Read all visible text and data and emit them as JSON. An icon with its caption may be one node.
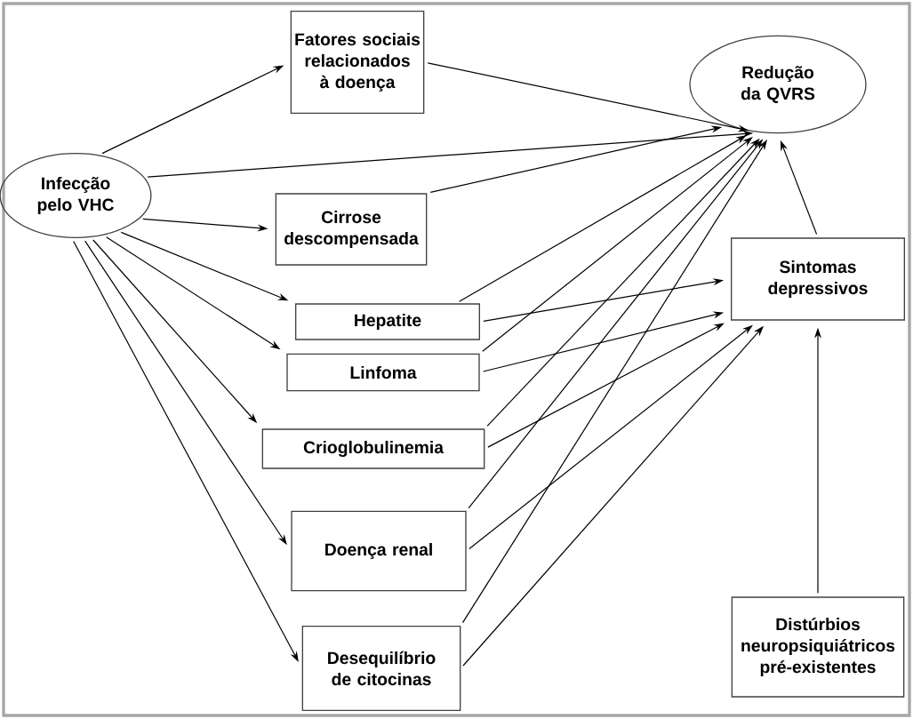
{
  "diagram": {
    "nodes": [
      {
        "text": [
          "Infecção pelo VHC"
        ]
      },
      {
        "text": [
          "Fatores sociais relacionados à doença"
        ]
      },
      {
        "text": [
          "Redução da QVRS"
        ]
      },
      {
        "text": [
          "Cirrose descompensada"
        ]
      },
      {
        "text": [
          "Hepatite"
        ]
      },
      {
        "text": [
          "Linfoma"
        ]
      },
      {
        "text": [
          "Crioglobulinemia"
        ]
      },
      {
        "text": [
          "Sintomas depressivos"
        ]
      },
      {
        "text": [
          "Doença renal"
        ]
      },
      {
        "text": [
          "Desequilíbrio de citocinas"
        ]
      },
      {
        "text": [
          "Distúrbios neuropsiquiátricos pré-existentes"
        ]
      }
    ],
    "edges": [
      {
        "from": 0,
        "to": 1,
        "arrow": "to"
      },
      {
        "from": 0,
        "to": 2,
        "arrow": "to"
      },
      {
        "from": 0,
        "to": 3,
        "arrow": "to"
      },
      {
        "from": 0,
        "to": 4,
        "arrow": "to"
      },
      {
        "from": 0,
        "to": 5,
        "arrow": "to"
      },
      {
        "from": 0,
        "to": 6,
        "arrow": "to"
      },
      {
        "from": 0,
        "to": 8,
        "arrow": "to"
      },
      {
        "from": 0,
        "to": 9,
        "arrow": "to"
      },
      {
        "from": 1,
        "to": 2,
        "arrow": "to"
      },
      {
        "from": 3,
        "to": 2,
        "arrow": "to"
      },
      {
        "from": 4,
        "to": 2,
        "arrow": "to"
      },
      {
        "from": 4,
        "to": 7,
        "arrow": "to"
      },
      {
        "from": 5,
        "to": 2,
        "arrow": "to"
      },
      {
        "from": 5,
        "to": 7,
        "arrow": "to"
      },
      {
        "from": 6,
        "to": 2,
        "arrow": "to"
      },
      {
        "from": 6,
        "to": 7,
        "arrow": "to"
      },
      {
        "from": 8,
        "to": 2,
        "arrow": "to"
      },
      {
        "from": 8,
        "to": 7,
        "arrow": "to"
      },
      {
        "from": 9,
        "to": 2,
        "arrow": "to"
      },
      {
        "from": 9,
        "to": 7,
        "arrow": "to"
      },
      {
        "from": 10,
        "to": 7,
        "arrow": "to"
      },
      {
        "from": 7,
        "to": 2,
        "arrow": "to"
      }
    ]
  }
}
